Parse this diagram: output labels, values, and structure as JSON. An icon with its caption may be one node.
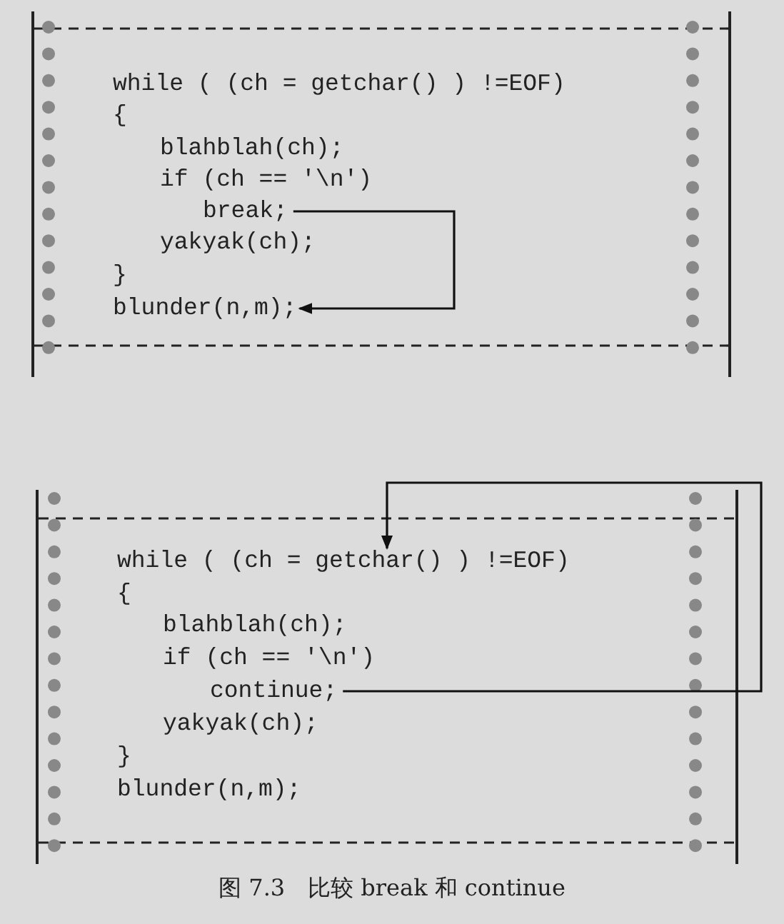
{
  "diagram": {
    "caption": "图 7.3　比较 break 和 continue",
    "nodes": [
      {
        "text": [],
        "shape": "box"
      },
      {
        "text": [
          "while ( (ch = getchar() ) !=EOF)"
        ],
        "in": 0
      },
      {
        "text": [
          "{"
        ],
        "in": 0
      },
      {
        "text": [
          "blahblah(ch);"
        ],
        "in": 0
      },
      {
        "text": [
          "if (ch == '\\n')"
        ],
        "in": 0
      },
      {
        "text": [
          "break;"
        ],
        "in": 0
      },
      {
        "text": [
          "yakyak(ch);"
        ],
        "in": 0
      },
      {
        "text": [
          "}"
        ],
        "in": 0
      },
      {
        "text": [
          "blunder(n,m);"
        ],
        "in": 0
      },
      {
        "text": [],
        "shape": "box"
      },
      {
        "text": [
          "while ( (ch = getchar() ) !=EOF)"
        ],
        "in": 9
      },
      {
        "text": [
          "{"
        ],
        "in": 9
      },
      {
        "text": [
          "blahblah(ch);"
        ],
        "in": 9
      },
      {
        "text": [
          "if (ch == '\\n')"
        ],
        "in": 9
      },
      {
        "text": [
          "continue;"
        ],
        "in": 9
      },
      {
        "text": [
          "yakyak(ch);"
        ],
        "in": 9
      },
      {
        "text": [
          "}"
        ],
        "in": 9
      },
      {
        "text": [
          "blunder(n,m);"
        ],
        "in": 9
      }
    ],
    "edges": [
      {
        "from": 5,
        "to": 8,
        "arrow": "to"
      },
      {
        "from": 14,
        "to": 10,
        "arrow": "to"
      }
    ]
  }
}
